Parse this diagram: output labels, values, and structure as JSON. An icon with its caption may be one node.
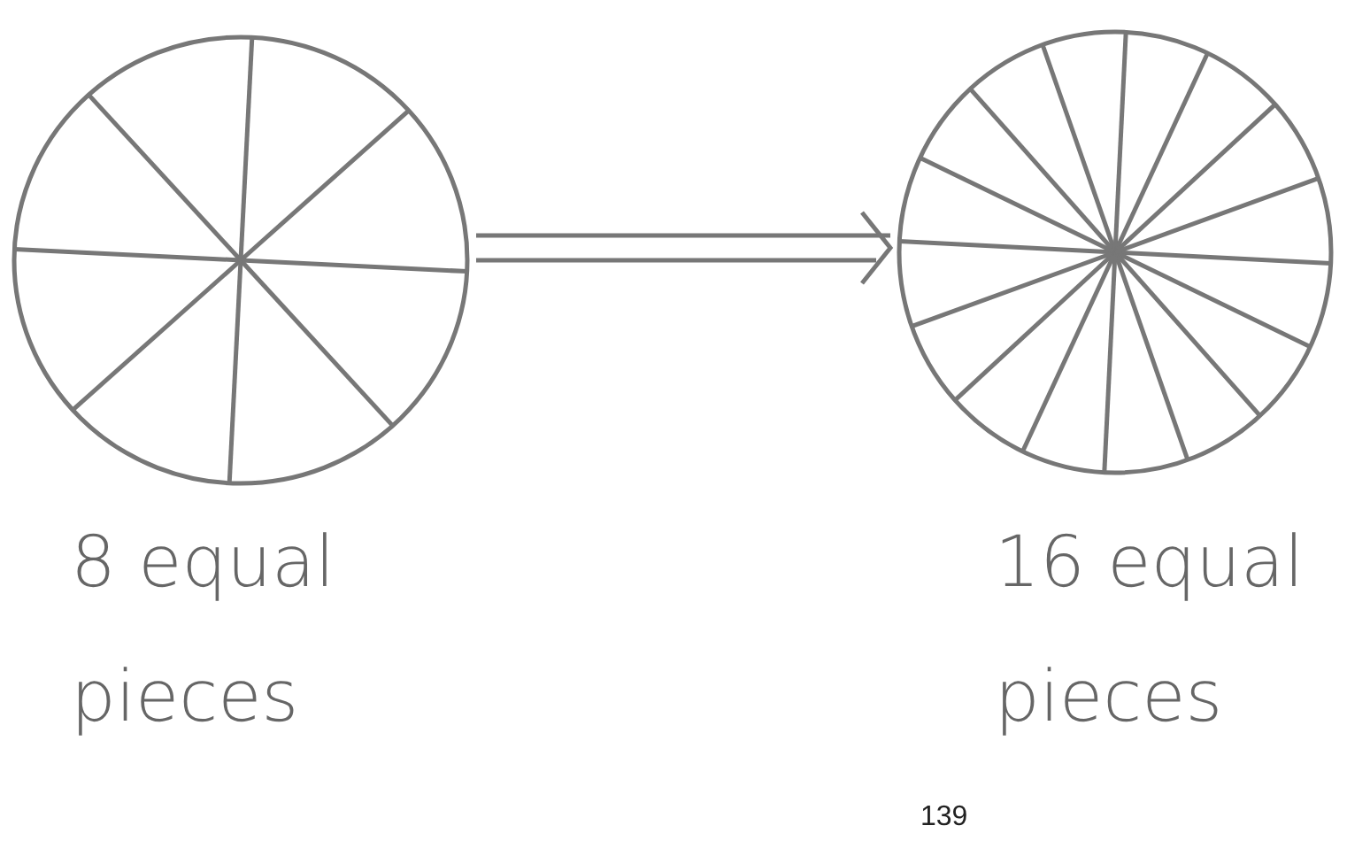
{
  "diagram": {
    "nodes": [
      {
        "text": [],
        "shape": "circle",
        "beside": [
          "8 equal pieces"
        ]
      },
      {
        "text": [],
        "shape": "circle",
        "beside": [
          "16 equal pieces"
        ]
      }
    ],
    "edges": [
      {
        "from": 0,
        "to": 1,
        "arrow": "to"
      }
    ],
    "labels": [
      "139"
    ]
  }
}
